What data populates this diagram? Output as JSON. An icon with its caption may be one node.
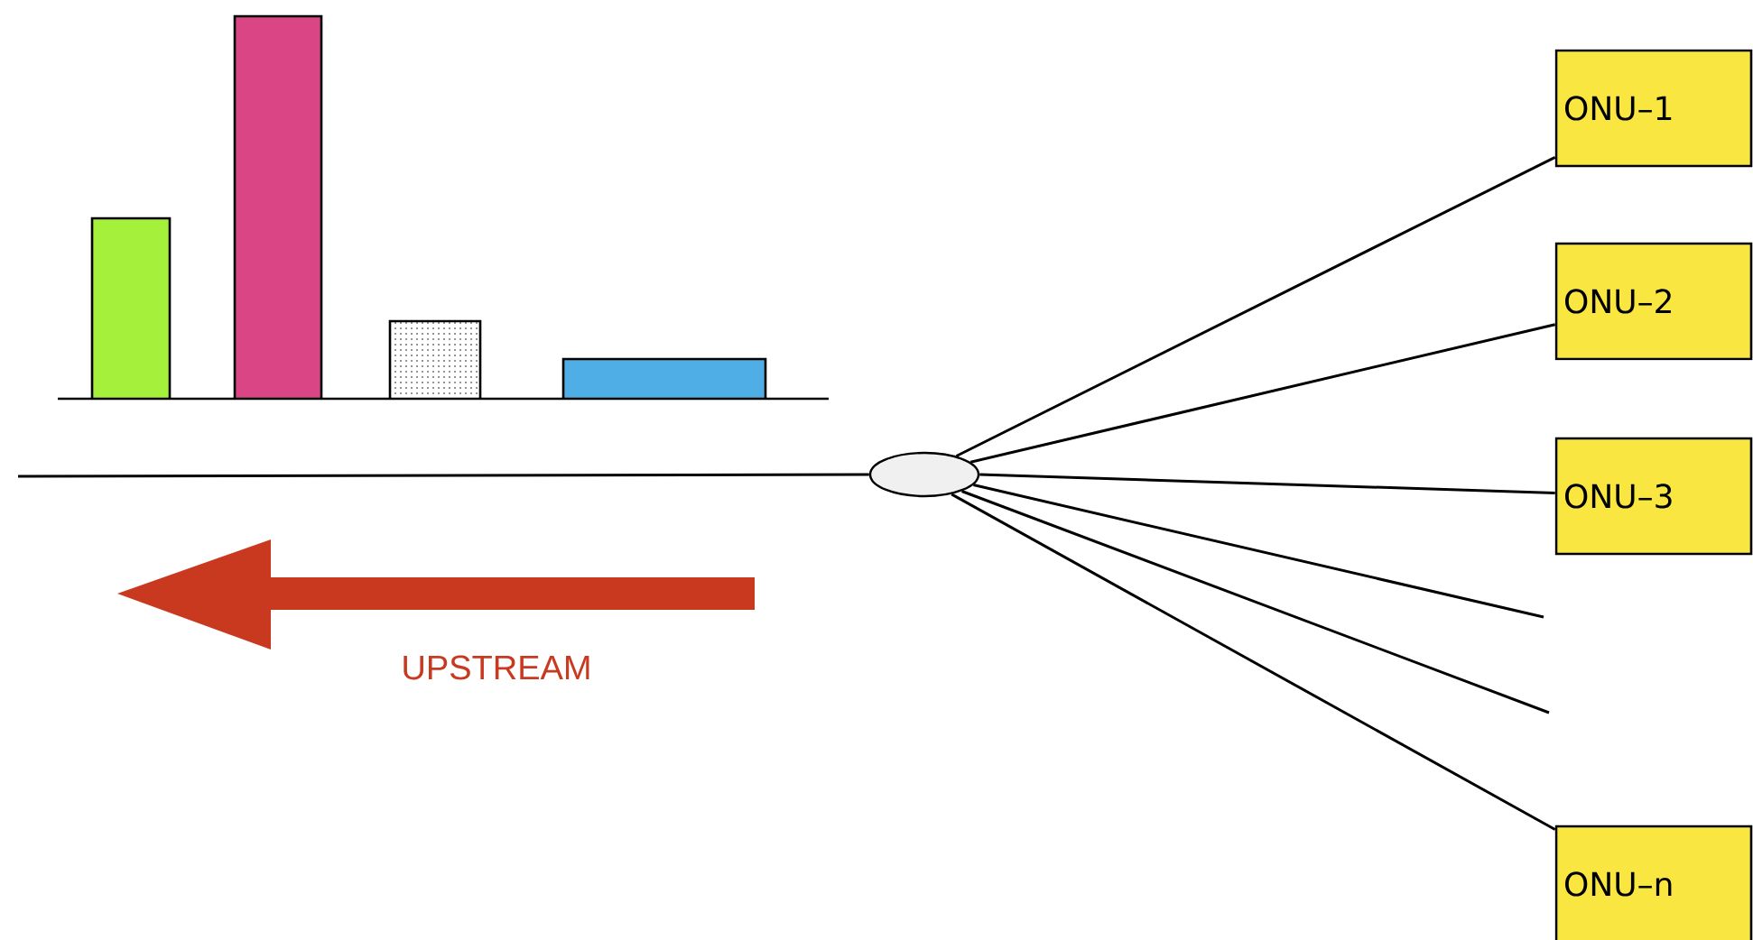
{
  "diagram": {
    "nodes": [
      {
        "text": [],
        "shape": "ellipse"
      },
      {
        "text": [
          "ONU–1"
        ]
      },
      {
        "text": [
          "ONU–2"
        ]
      },
      {
        "text": [
          "ONU–3"
        ]
      },
      {
        "text": [
          "ONU–n"
        ]
      }
    ],
    "edges": [
      {
        "from": null,
        "to": 0,
        "arrow": "none"
      },
      {
        "from": 0,
        "to": 1,
        "arrow": "none"
      },
      {
        "from": 0,
        "to": 2,
        "arrow": "none"
      },
      {
        "from": 0,
        "to": 3,
        "arrow": "none"
      },
      {
        "from": 0,
        "to": null,
        "arrow": "none"
      },
      {
        "from": 0,
        "to": null,
        "arrow": "none"
      },
      {
        "from": 0,
        "to": 4,
        "arrow": "none"
      }
    ],
    "labels": [
      "UPSTREAM"
    ]
  }
}
